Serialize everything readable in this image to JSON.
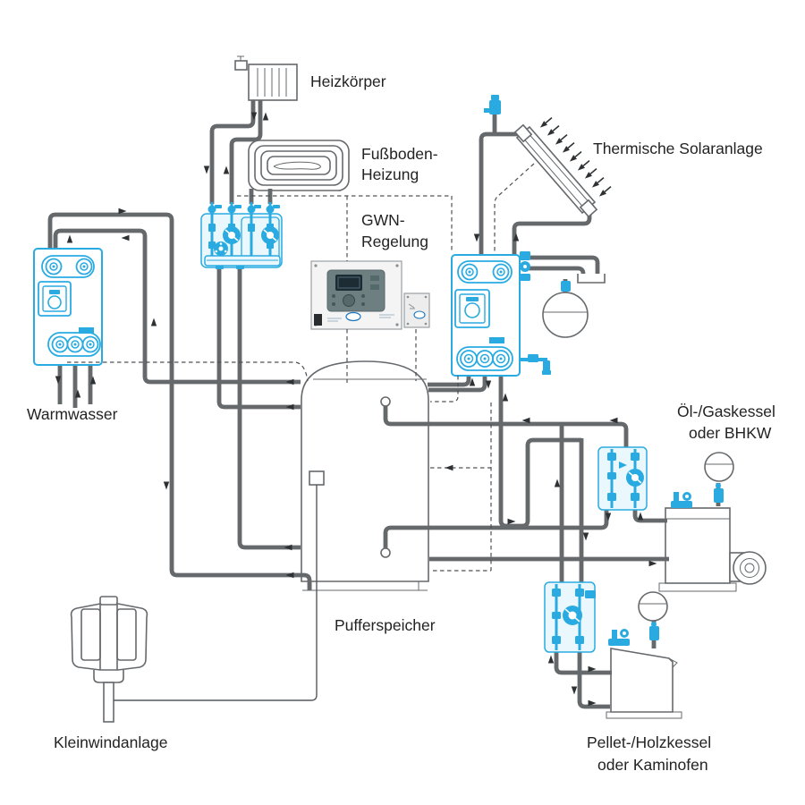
{
  "diagram": {
    "title_implicit": "Heating system schematic",
    "labels": {
      "heizkoerper": "Heizkörper",
      "fussboden_line1": "Fußboden-",
      "fussboden_line2": "Heizung",
      "gwn_line1": "GWN-",
      "gwn_line2": "Regelung",
      "solar": "Thermische Solaranlage",
      "warmwasser": "Warmwasser",
      "oelgas_line1": "Öl-/Gaskessel",
      "oelgas_line2": "oder BHKW",
      "puffer": "Pufferspeicher",
      "wind": "Kleinwindanlage",
      "pellet_line1": "Pellet-/Holzkessel",
      "pellet_line2": "oder Kaminofen"
    },
    "colors": {
      "component_accent": "#29abe2",
      "pipe_outline": "#66696c",
      "logo_blue": "#1b75bb",
      "text": "#232323",
      "background": "#ffffff"
    },
    "components": [
      {
        "id": "heizkoerper",
        "name": "radiator"
      },
      {
        "id": "fussbodenheizung",
        "name": "underfloor-heating-coil"
      },
      {
        "id": "pumpengruppe-heizkreise",
        "name": "heating-circuit-pump-station"
      },
      {
        "id": "gwn-regelung",
        "name": "controller-unit"
      },
      {
        "id": "solaranlage",
        "name": "solar-thermal-collector"
      },
      {
        "id": "solarstation",
        "name": "solar-pump-station"
      },
      {
        "id": "warmwasser",
        "name": "fresh-water-station"
      },
      {
        "id": "pufferspeicher",
        "name": "buffer-storage-tank"
      },
      {
        "id": "kleinwindanlage",
        "name": "small-wind-turbine"
      },
      {
        "id": "oel-gaskessel",
        "name": "oil-gas-boiler-or-chp"
      },
      {
        "id": "pellet-holzkessel",
        "name": "pellet-wood-boiler-or-stove"
      }
    ]
  }
}
